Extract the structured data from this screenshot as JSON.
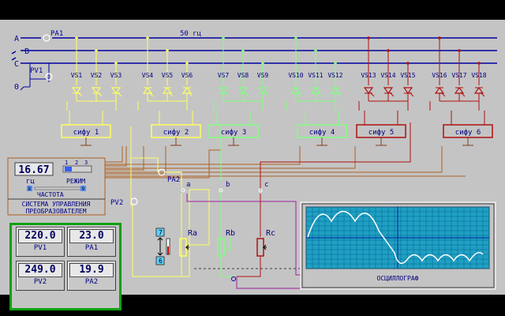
{
  "phases": {
    "a": "A",
    "b": "B",
    "c": "C",
    "zero": "0"
  },
  "freq_label": "50 гц",
  "meters": {
    "pa1": "PA1",
    "pv1": "PV1",
    "pa2": "PA2",
    "pv2": "PV2"
  },
  "thyristors": [
    "VS1",
    "VS2",
    "VS3",
    "VS4",
    "VS5",
    "VS6",
    "VS7",
    "VS8",
    "VS9",
    "VS10",
    "VS11",
    "VS12",
    "VS13",
    "VS14",
    "VS15",
    "VS16",
    "VS17",
    "VS18"
  ],
  "sifu": [
    "сифу 1",
    "сифу 2",
    "сифу 3",
    "сифу 4",
    "сифу 5",
    "сифу 6"
  ],
  "control": {
    "freq_value": "16.67",
    "freq_unit": "гц",
    "freq_left": "8",
    "freq_right": "9",
    "freq_caption": "ЧАСТОТА",
    "mode_label": "РЕЖИМ",
    "mode_options": [
      "1",
      "2",
      "3"
    ],
    "title_line1": "СИСТЕМА УПРАВЛЕНИЯ",
    "title_line2": "ПРЕОБРАЗОВАТЕЛЕМ"
  },
  "load": {
    "a": "a",
    "b": "b",
    "c": "c",
    "ra": "Ra",
    "rb": "Rb",
    "rc": "Rc",
    "top_button": "7",
    "bottom_button": "6"
  },
  "readouts": [
    {
      "value": "220.0",
      "label": "PV1"
    },
    {
      "value": "23.0",
      "label": "PA1"
    },
    {
      "value": "249.0",
      "label": "PV2"
    },
    {
      "value": "19.9",
      "label": "PA2"
    }
  ],
  "oscilloscope": {
    "caption": "ОСЦИЛЛОГРАФ"
  },
  "colors": {
    "background": "#c4c4c4",
    "phase_wire": "#0000a0",
    "group1": "#ffff60",
    "group2": "#80ff80",
    "group3": "#b01010",
    "screen": "#20a0c0",
    "grid": "#0060a0",
    "trace": "#ffffff",
    "readout_frame": "#10a010"
  }
}
